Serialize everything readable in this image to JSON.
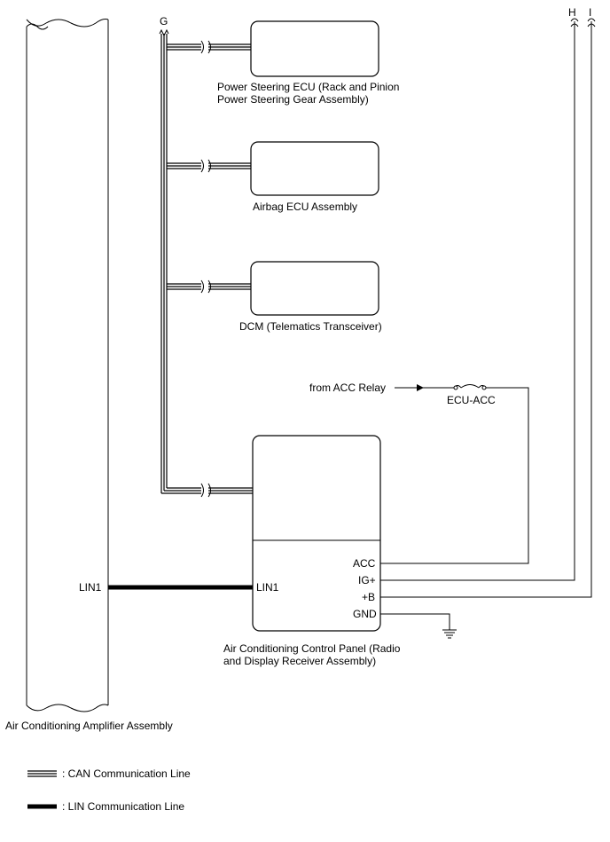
{
  "connectors": {
    "g": "G",
    "h": "H",
    "i": "I"
  },
  "ecus": {
    "power_steering": {
      "line1": "Power Steering ECU (Rack and Pinion",
      "line2": "Power Steering Gear Assembly)"
    },
    "airbag": {
      "label": "Airbag ECU Assembly"
    },
    "dcm": {
      "label": "DCM (Telematics Transceiver)"
    },
    "ac_panel": {
      "line1": "Air Conditioning Control Panel (Radio",
      "line2": "and Display Receiver Assembly)",
      "pins": {
        "lin": "LIN1",
        "acc": "ACC",
        "ig": "IG+",
        "b": "+B",
        "gnd": "GND"
      }
    }
  },
  "amplifier": {
    "label": "Air Conditioning Amplifier Assembly",
    "pin_lin": "LIN1"
  },
  "power": {
    "from_label": "from ACC Relay",
    "fuse_label": "ECU-ACC"
  },
  "legend": {
    "can": ": CAN Communication Line",
    "lin": ": LIN Communication Line"
  }
}
